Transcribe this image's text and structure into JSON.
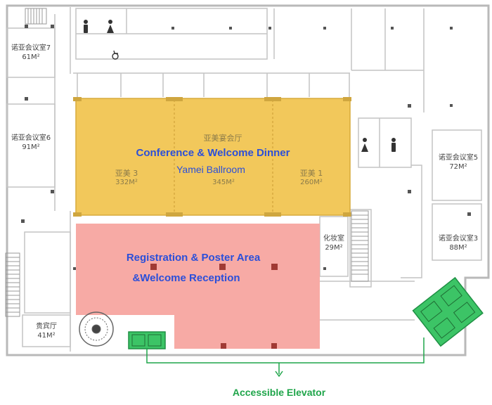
{
  "rooms": {
    "room7": {
      "name": "诺亚会议室7",
      "area": "61M²"
    },
    "room6": {
      "name": "诺亚会议室6",
      "area": "91M²"
    },
    "room5": {
      "name": "诺亚会议室5",
      "area": "72M²"
    },
    "room3": {
      "name": "诺亚会议室3",
      "area": "88M²"
    },
    "makeup": {
      "name": "化妆室",
      "area": "29M²"
    },
    "vip": {
      "name": "贵宾厅",
      "area": "41M²"
    },
    "hall": {
      "name": "亚美宴会厅"
    },
    "yamei3": {
      "name": "亚美 3",
      "area": "332M²"
    },
    "yamei2": {
      "area": "345M²"
    },
    "yamei1": {
      "name": "亚美 1",
      "area": "260M²"
    }
  },
  "overlays": {
    "conference": "Conference & Welcome Dinner",
    "ballroom": "Yamei Ballroom",
    "registration_line1": "Registration & Poster Area",
    "registration_line2": "&Welcome Reception",
    "elevator": "Accessible Elevator"
  },
  "colors": {
    "ballroom_fill": "#f2c85b",
    "registration_fill": "#f7aaa5",
    "elevator_fill": "#3cc466",
    "accent_blue": "#2b4fd9",
    "accent_green": "#1fa54a"
  },
  "icons": [
    "restroom-icon",
    "wheelchair-icon",
    "stairs-icon",
    "elevator-icon",
    "spiral-stair-icon",
    "arrow-down-icon"
  ]
}
